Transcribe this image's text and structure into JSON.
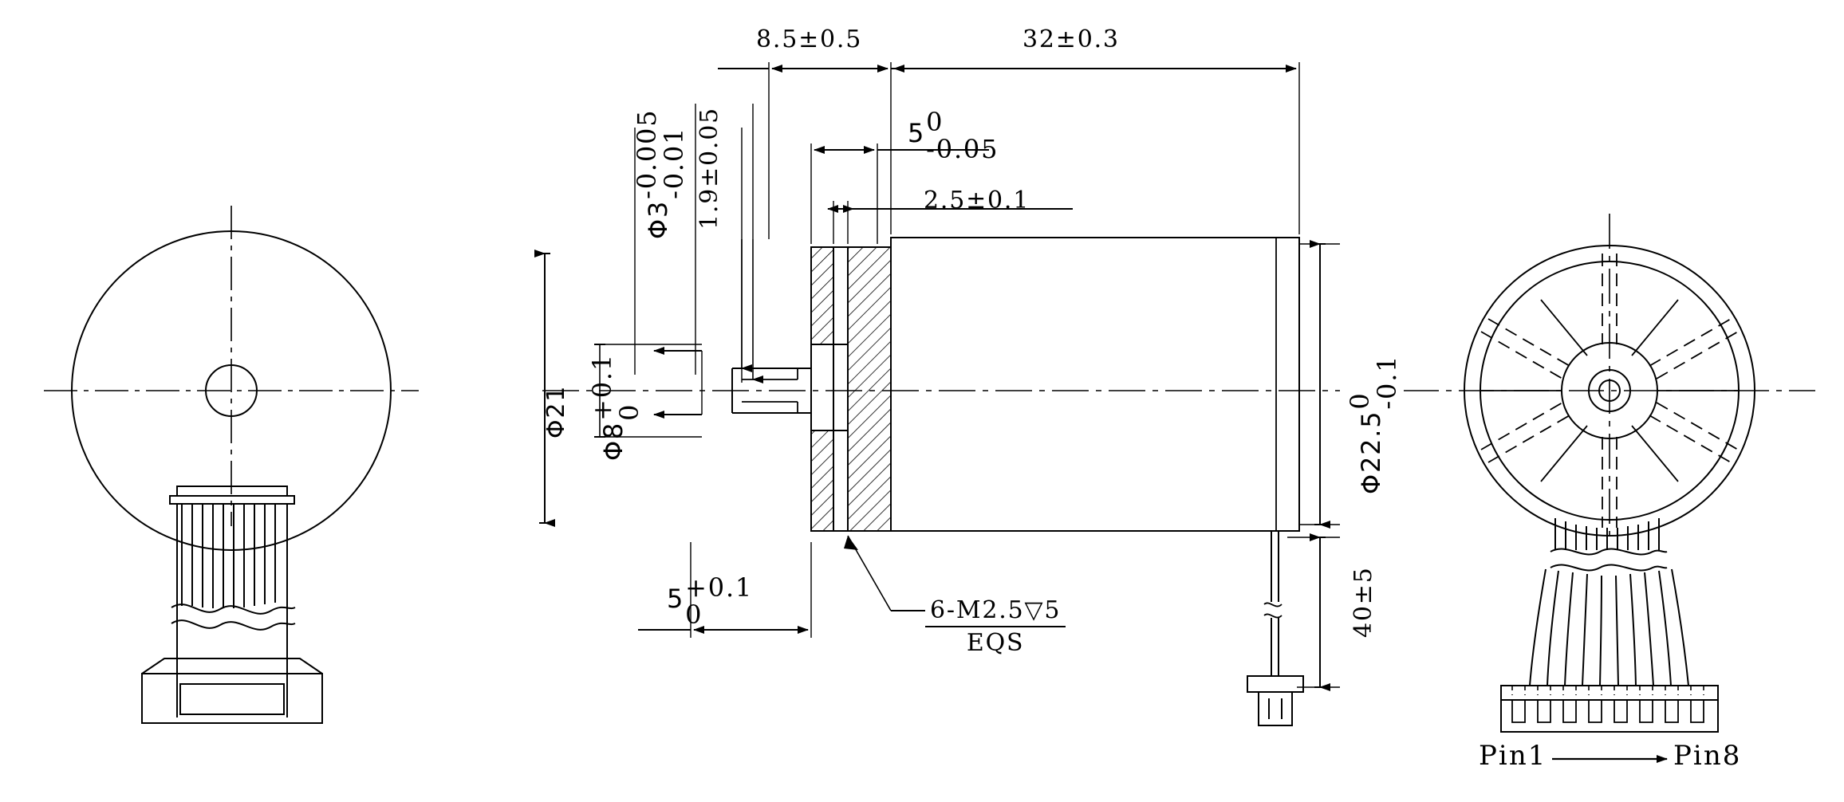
{
  "drawing": {
    "title": "Micro DC Motor Outline Dimension Drawing",
    "type": "engineering-dimension-drawing",
    "views": [
      {
        "name": "left-end-view",
        "description": "front circular end view with shaft bore and cable/connector below"
      },
      {
        "name": "center-section-view",
        "description": "longitudinal cross section of motor body with shaft, flange and mounting holes"
      },
      {
        "name": "right-end-view",
        "description": "rear end view showing commutator spokes, shaft center and 8-pin connector"
      }
    ]
  },
  "dimensions": {
    "flange_thickness": {
      "value": "8.5",
      "tol": "±0.5",
      "text": "8.5±0.5"
    },
    "body_length": {
      "value": "32",
      "tol": "±0.3",
      "text": "32±0.3"
    },
    "shaft_step_5": {
      "value": "5",
      "sup": "0",
      "sub": "-0.05",
      "text": "5 0/-0.05"
    },
    "shoulder_2_5": {
      "value": "2.5",
      "tol": "±0.1",
      "text": "2.5±0.1"
    },
    "shaft_dia_3": {
      "symbol": "Φ3",
      "sup": "-0.005",
      "sub": "-0.01",
      "text": "Φ3 -0.005/-0.01"
    },
    "flat_1_9": {
      "value": "1.9",
      "tol": "±0.05",
      "text": "1.9±0.05"
    },
    "pilot_dia_8": {
      "symbol": "Φ8",
      "sup": "+0.1",
      "sub": "0",
      "text": "Φ8 +0.1/0"
    },
    "flange_dia_21": {
      "symbol": "Φ21",
      "text": "Φ21"
    },
    "bolt_circle_5": {
      "value": "5",
      "sup": "+0.1",
      "sub": "0",
      "text": "5 +0.1/0"
    },
    "body_dia_22_5": {
      "symbol": "Φ22.5",
      "sup": "0",
      "sub": "-0.1",
      "text": "Φ22.5 0/-0.1"
    },
    "cable_length_40": {
      "value": "40",
      "tol": "±5",
      "text": "40±5"
    }
  },
  "notes": {
    "thread_callout_top": "6-M2.5▽5",
    "thread_callout_bottom": "EQS",
    "thread_callout_full": "6-M2.5▽5 EQS"
  },
  "connector": {
    "pin_first": "Pin1",
    "pin_last": "Pin8",
    "arrow_icon": "right-arrow-icon",
    "pin_count": 8
  },
  "style": {
    "line_color": "#000000",
    "background": "#ffffff",
    "centerline_pattern": "dash-dot",
    "hidden_line_pattern": "dashed"
  }
}
